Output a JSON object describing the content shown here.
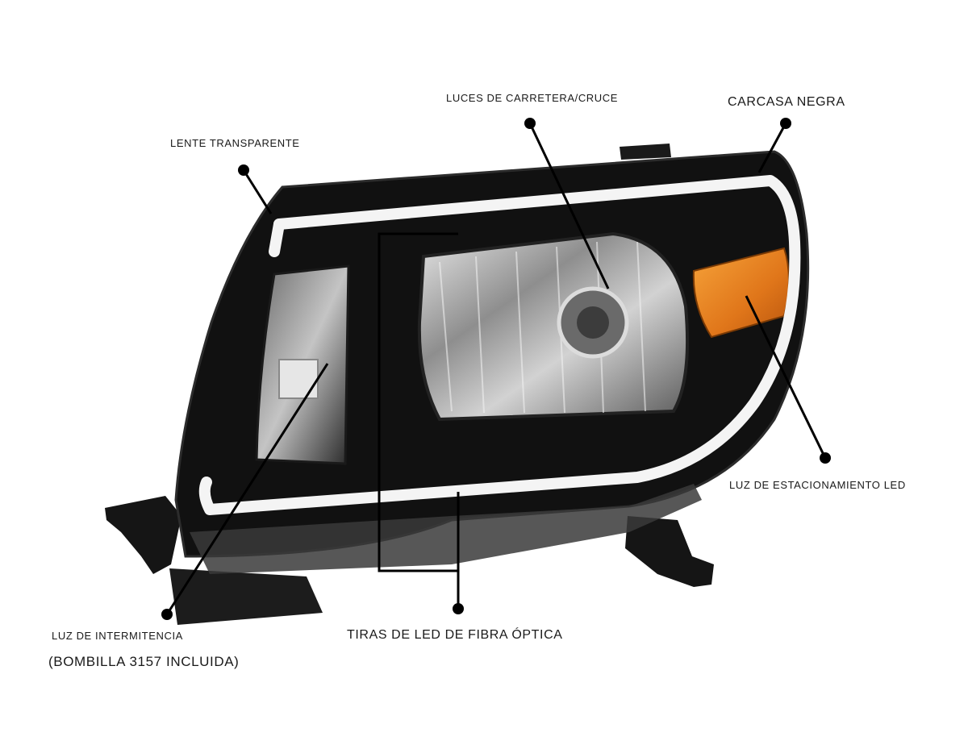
{
  "labels": {
    "clear_lens": "LENTE TRANSPARENTE",
    "high_low_beams": "LUCES DE CARRETERA/CRUCE",
    "black_housing": "CARCASA NEGRA",
    "led_parking": "LUZ DE ESTACIONAMIENTO LED",
    "turn_signal": "LUZ DE INTERMITENCIA",
    "turn_signal_bulb": "(BOMBILLA 3157 INCLUIDA)",
    "fiber_led": "TIRAS DE LED DE FIBRA ÓPTICA"
  },
  "colors": {
    "housing": "#111111",
    "led_strip": "#f4f4f4",
    "amber": "#e8821a",
    "chrome": "#9a9a9a",
    "callout": "#000000"
  }
}
